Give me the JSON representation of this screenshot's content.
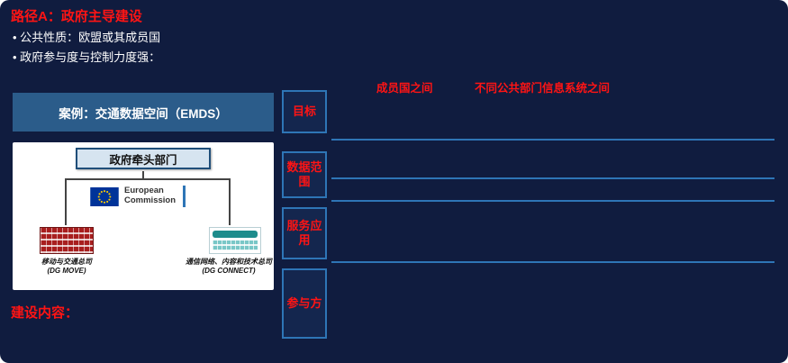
{
  "slide": {
    "title": "路径A：政府主导建设",
    "bullets": [
      "•  公共性质：欧盟或其成员国",
      "•  政府参与度与控制力度强："
    ],
    "bottom_label": "建设内容："
  },
  "case": {
    "header": "案例：交通数据空间（EMDS）",
    "lead_department": "政府牵头部门",
    "ec_line1": "European",
    "ec_line2": "Commission",
    "left_org_name": "移动与交通总司",
    "left_org_abbr": "(DG MOVE)",
    "right_org_name": "通信网络、内容和技术总司",
    "right_org_abbr": "(DG CONNECT)"
  },
  "matrix": {
    "rows": [
      {
        "label": "目标"
      },
      {
        "label": "数据范围"
      },
      {
        "label": "服务应用"
      },
      {
        "label": "参与方"
      }
    ],
    "col_headers": [
      "成员国之间",
      "不同公共部门信息系统之间"
    ]
  },
  "colors": {
    "background": "#101C3F",
    "accent_red": "#FF1414",
    "case_header_bg": "#2B5C8A",
    "row_box_fill": "#14264E",
    "row_box_border": "#2E75B6",
    "divider": "#2E75B6",
    "eu_flag_blue": "#003399",
    "eu_star_yellow": "#FFCC00"
  }
}
